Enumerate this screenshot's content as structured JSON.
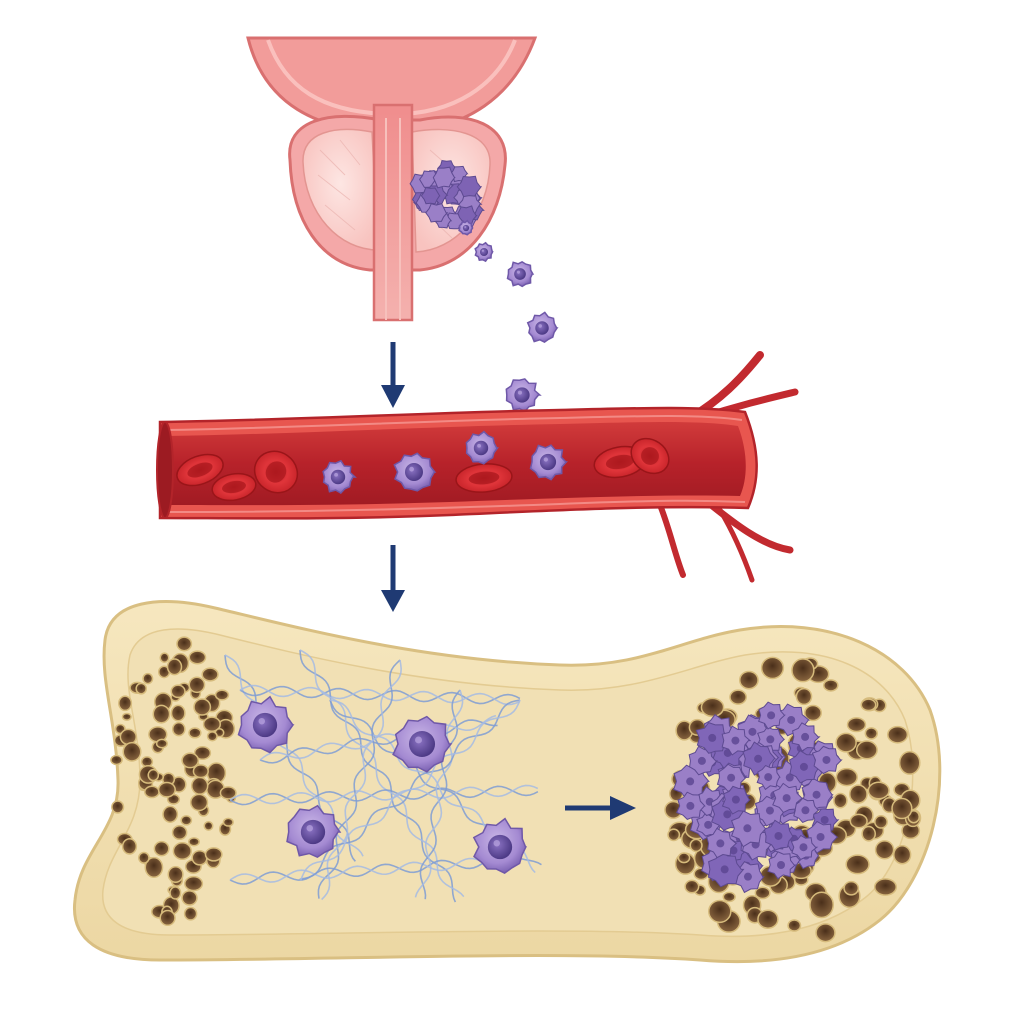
{
  "diagram": {
    "stages": [
      {
        "id": "prostate",
        "role": "primary-tumor-site"
      },
      {
        "id": "blood-vessel",
        "role": "circulation"
      },
      {
        "id": "bone",
        "role": "metastatic-site"
      }
    ],
    "flow_arrows": [
      {
        "from": "prostate",
        "to": "blood-vessel"
      },
      {
        "from": "blood-vessel",
        "to": "bone"
      },
      {
        "from": "dormant-cells",
        "to": "bone-tumor"
      }
    ],
    "colors": {
      "tissue_pink": "#f4a8a8",
      "tissue_dark": "#d97070",
      "gland_inner": "#fbd8d6",
      "tumor_purple": "#9a7fc7",
      "tumor_dark": "#5d4a91",
      "blood_red": "#c8282c",
      "vessel_wall": "#e8564f",
      "rbc": "#d92a2f",
      "bone_outer": "#f3e3b8",
      "bone_inner": "#efdcae",
      "bone_pore": "#6b4a2d",
      "matrix_blue": "#7f9cd4",
      "arrow_navy": "#1f3a73"
    }
  }
}
